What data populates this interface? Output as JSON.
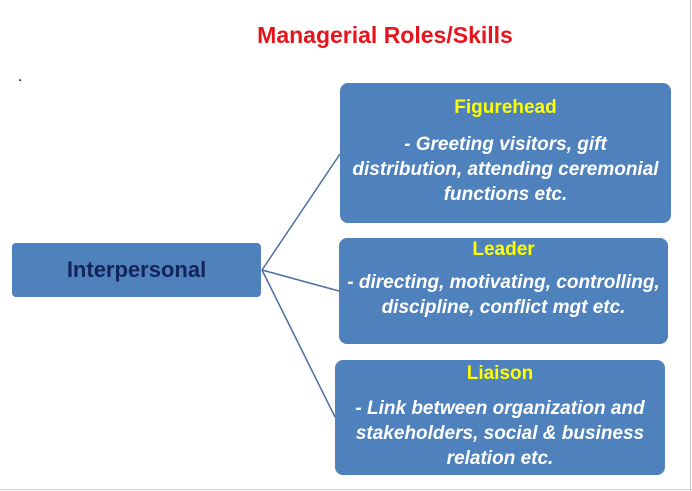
{
  "title": "Managerial Roles/Skills",
  "bullet_dot": ".",
  "root": {
    "label": "Interpersonal"
  },
  "roles": [
    {
      "title": "Figurehead",
      "description": "- Greeting visitors, gift distribution, attending ceremonial functions etc."
    },
    {
      "title": "Leader",
      "description": "- directing, motivating, controlling, discipline, conflict mgt etc."
    },
    {
      "title": "Liaison",
      "description": "- Link between organization and stakeholders, social & business relation etc."
    }
  ],
  "colors": {
    "title": "#e8141c",
    "box_fill": "#4f81bd",
    "root_text": "#12245a",
    "role_title": "#ffff00",
    "role_text": "#ffffff",
    "connector": "#4a6fa0"
  }
}
